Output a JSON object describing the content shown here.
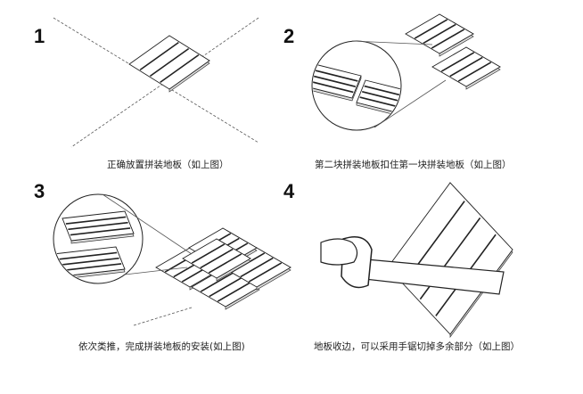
{
  "steps": [
    {
      "number": "1",
      "caption": "正确放置拼装地板（如上图）"
    },
    {
      "number": "2",
      "caption": "第二块拼装地板扣住第一块拼装地板（如上图）"
    },
    {
      "number": "3",
      "caption": "依次类推，完成拼装地板的安装(如上图)"
    },
    {
      "number": "4",
      "caption": "地板收边，可以采用手锯切掉多余部分（如上图）"
    }
  ]
}
